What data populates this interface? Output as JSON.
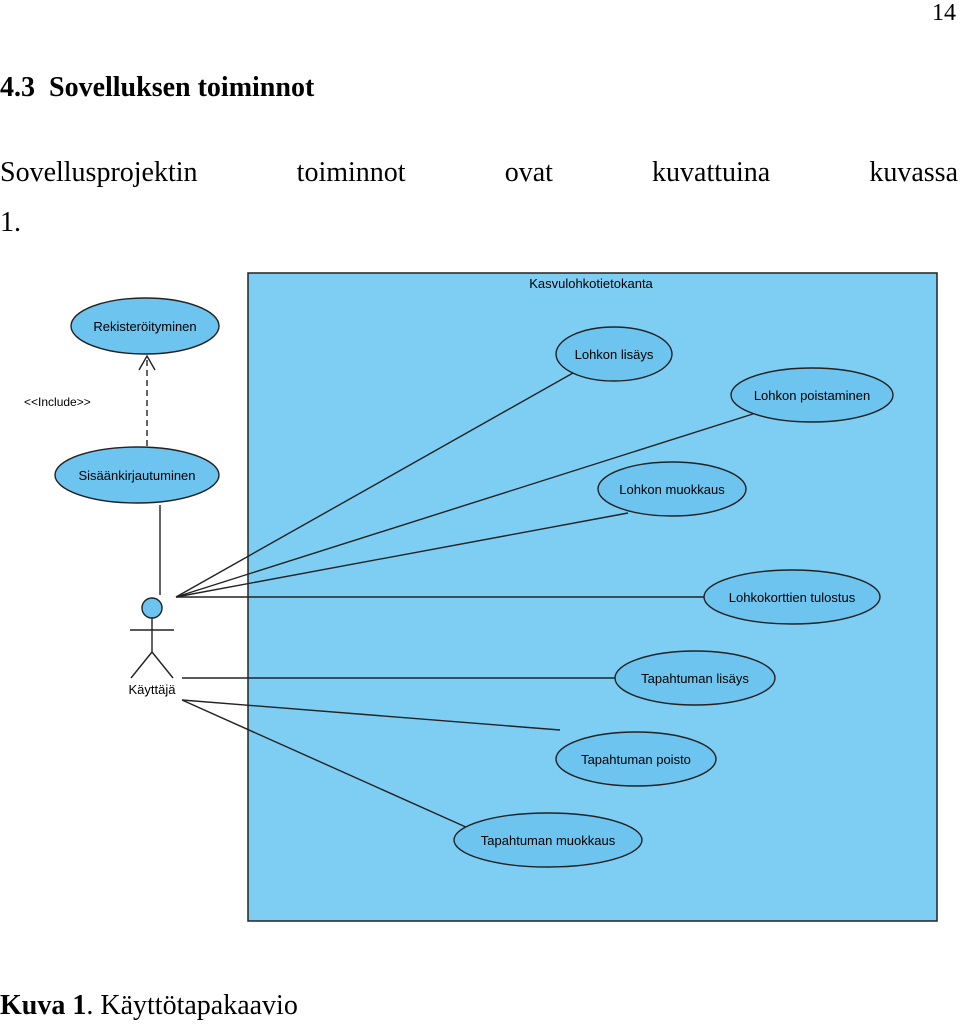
{
  "page_number": "14",
  "heading": {
    "number": "4.3",
    "title": "Sovelluksen toiminnot"
  },
  "paragraph": {
    "line1": "Sovellusprojektin toiminnot ovat kuvattuina kuvassa",
    "line2": "1."
  },
  "diagram": {
    "system_boundary_label": "Kasvulohkotietokanta",
    "actor": "Käyttäjä",
    "include_label": "<<Include>>",
    "use_cases_outside": [
      "Rekisteröityminen",
      "Sisäänkirjautuminen"
    ],
    "use_cases_inside": [
      "Lohkon lisäys",
      "Lohkon poistaminen",
      "Lohkon muokkaus",
      "Lohkokorttien tulostus",
      "Tapahtuman lisäys",
      "Tapahtuman poisto",
      "Tapahtuman muokkaus"
    ],
    "colors": {
      "boundary_fill": "#7ECEF4",
      "usecase_fill": "#6DC4EE",
      "stroke": "#222222"
    }
  },
  "caption": {
    "label": "Kuva 1",
    "text": ". Käyttötapakaavio"
  }
}
